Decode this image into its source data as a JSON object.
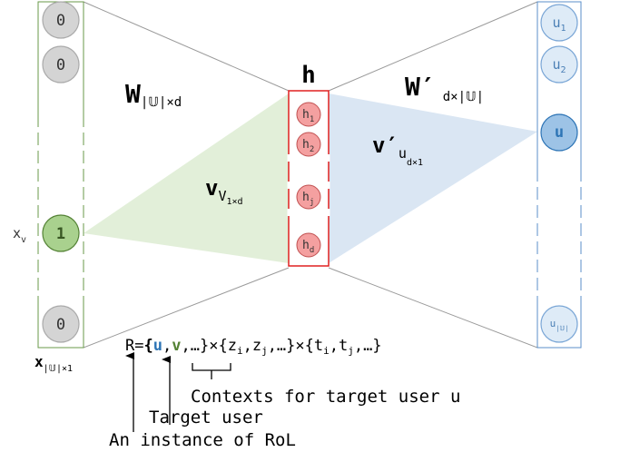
{
  "colors": {
    "input_border": "#6a9a4a",
    "input_node_fill": "#d4d4d4",
    "input_node_stroke": "#aaaaaa",
    "active_input_fill": "#a9d18e",
    "active_input_stroke": "#548235",
    "active_input_text": "#385723",
    "hidden_border": "#e02020",
    "hidden_node_fill": "#f4a0a0",
    "hidden_node_stroke": "#c05050",
    "output_border": "#5b8fc9",
    "output_node_fill": "#deebf7",
    "output_node_stroke": "#7aa6d6",
    "active_output_fill": "#9dc3e6",
    "active_output_stroke": "#2e75b6",
    "active_output_text": "#2e75b6",
    "green_triangle": "#e2efd9",
    "blue_triangle": "#dae6f3",
    "frame_lines": "#9a9a9a"
  },
  "input_layer": {
    "nodes": [
      {
        "label": "0"
      },
      {
        "label": "0"
      },
      {
        "label": "1",
        "active": true
      },
      {
        "label": "0"
      }
    ],
    "side_label": {
      "base": "x",
      "sub": "v"
    },
    "bottom_label": {
      "base": "x",
      "sub": "|𝕌|×1"
    }
  },
  "hidden_layer": {
    "title": "h",
    "nodes": [
      {
        "base": "h",
        "sub": "1"
      },
      {
        "base": "h",
        "sub": "2"
      },
      {
        "base": "h",
        "sub": "j"
      },
      {
        "base": "h",
        "sub": "d"
      }
    ]
  },
  "output_layer": {
    "nodes": [
      {
        "base": "u",
        "sub": "1"
      },
      {
        "base": "u",
        "sub": "2"
      },
      {
        "base": "u",
        "sub": "",
        "active": true
      },
      {
        "base": "u",
        "sub": "|𝕌|"
      }
    ]
  },
  "weights": {
    "W": {
      "base": "W",
      "sub": "|𝕌|×d"
    },
    "W_prime": {
      "base": "W′",
      "sub": "d×|𝕌|"
    },
    "v": {
      "base": "v",
      "sub1": "V",
      "sub2": "1×d"
    },
    "v_prime": {
      "base": "v′",
      "sub1": "u",
      "sub2": "d×1"
    }
  },
  "formula": {
    "r_eq": "R=",
    "open_brace": "{",
    "u": "u",
    "comma1": ",",
    "v": "v",
    "rest": ",…}",
    "times1": "×{",
    "z": "z",
    "zi_sub": "i",
    "zsep": ",",
    "zj_sub": "j",
    "zrest": ",…}",
    "times2": "×{",
    "t": "t",
    "ti_sub": "i",
    "tsep": ",",
    "tj_sub": "j",
    "trest": ",…}"
  },
  "annotations": {
    "contexts": "Contexts for target user u",
    "target_user": "Target user",
    "instance": "An instance of RoL"
  }
}
